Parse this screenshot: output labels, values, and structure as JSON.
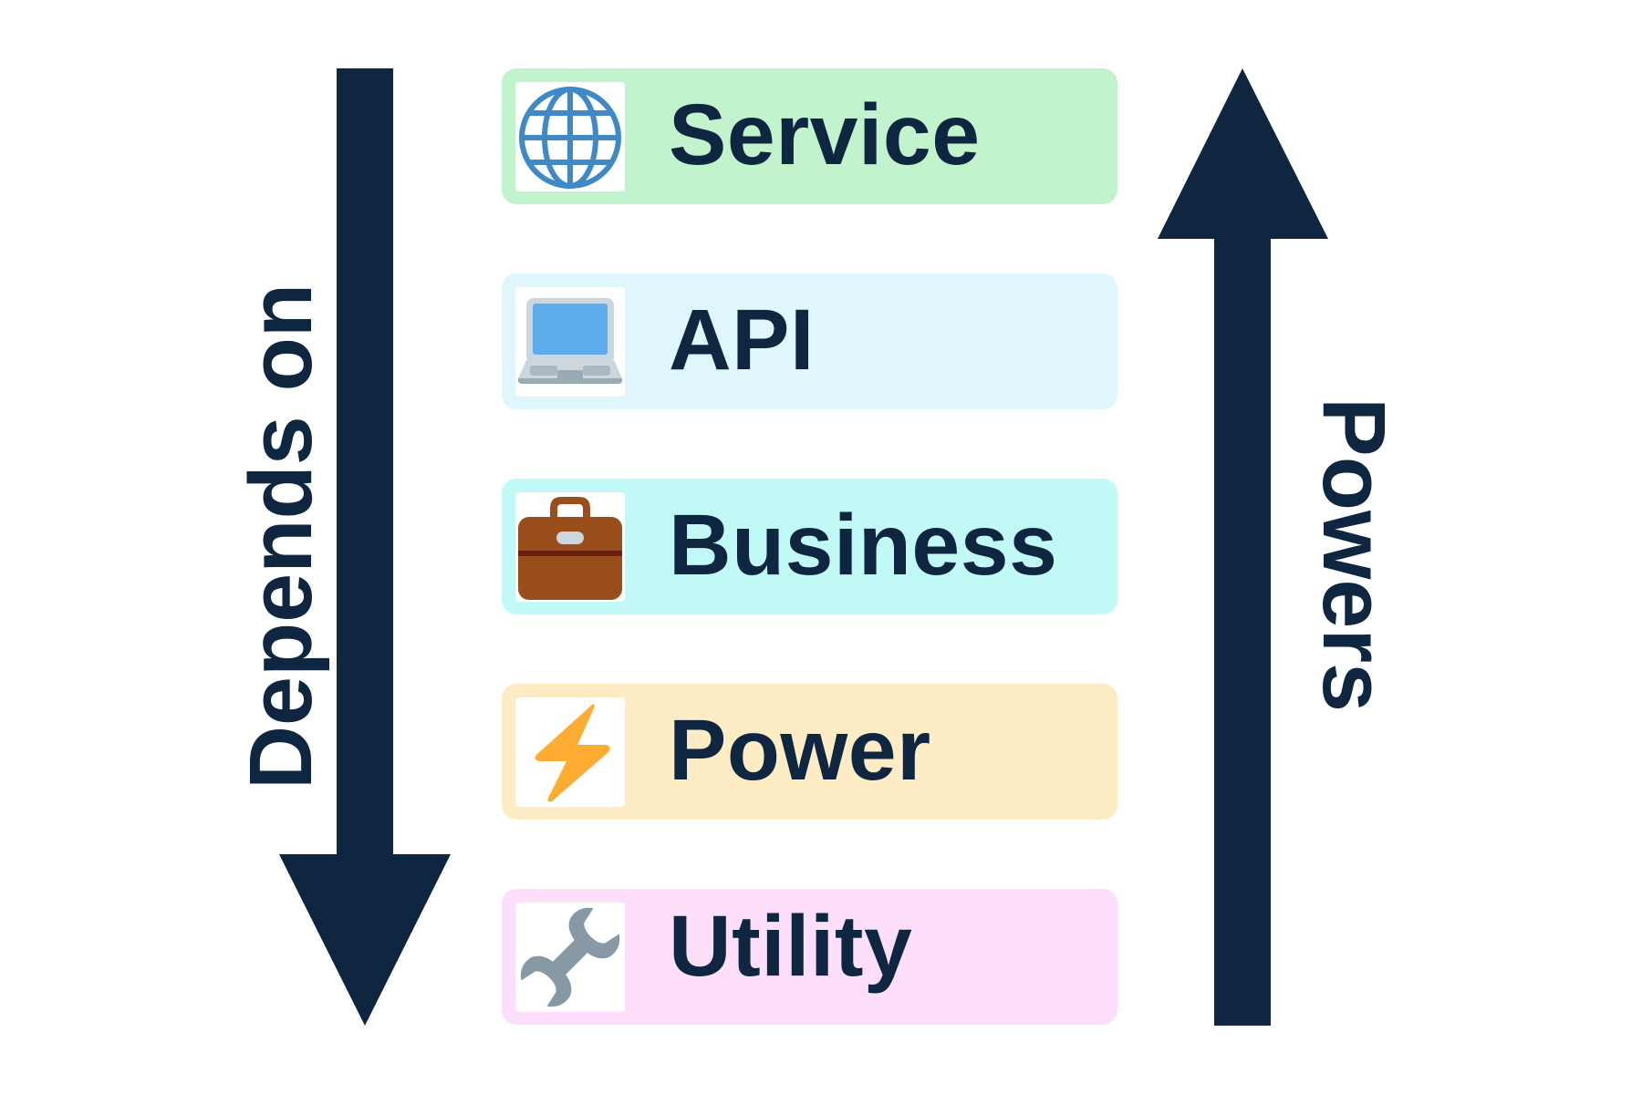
{
  "diagram": {
    "type": "layered-stack",
    "colors": {
      "arrow": "#0E2640",
      "text": "#0E2640"
    },
    "left_arrow": {
      "direction": "down",
      "label": "Depends on"
    },
    "right_arrow": {
      "direction": "up",
      "label": "Powers"
    },
    "layers": [
      {
        "label": "Service",
        "icon": "globe-icon",
        "background": "#C1F4CC"
      },
      {
        "label": "API",
        "icon": "laptop-icon",
        "background": "#DFF7FC"
      },
      {
        "label": "Business",
        "icon": "briefcase-icon",
        "background": "#C1F9F6"
      },
      {
        "label": "Power",
        "icon": "lightning-icon",
        "background": "#FEEDC4"
      },
      {
        "label": "Utility",
        "icon": "wrench-icon",
        "background": "#FDDFFC"
      }
    ]
  }
}
